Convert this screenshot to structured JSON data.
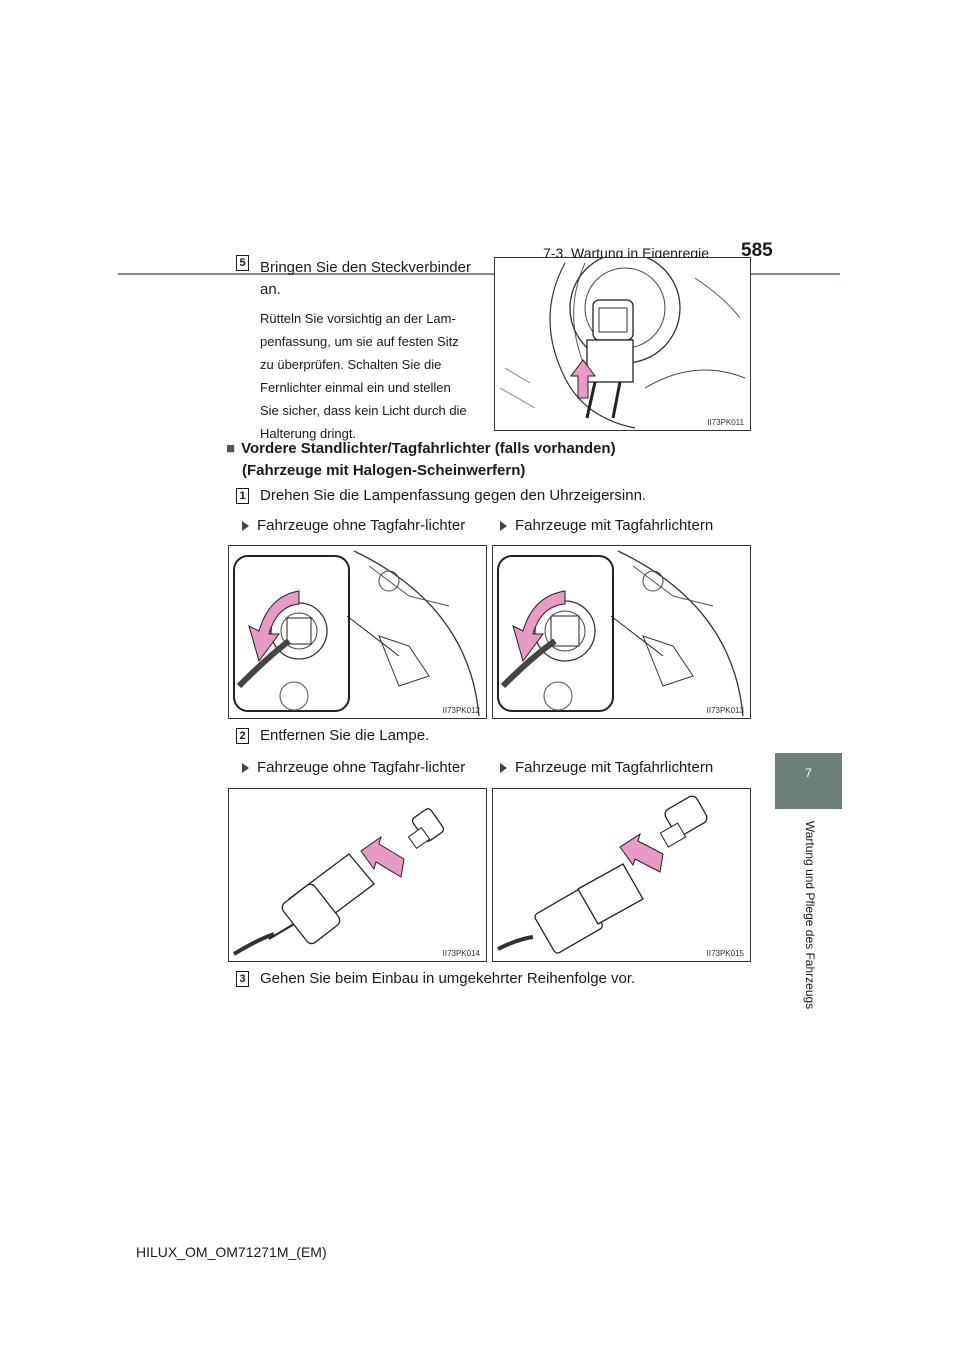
{
  "header": {
    "section": "7-3. Wartung in Eigenregie",
    "page_number": "585"
  },
  "side_tab": {
    "chapter_number": "7",
    "chapter_title": "Wartung und Pflege des Fahrzeugs"
  },
  "step5": {
    "number": "5",
    "title_line1": "Bringen Sie den Steckverbinder",
    "title_line2": "an.",
    "body_lines": [
      "Rütteln Sie vorsichtig an der Lam-",
      "penfassung, um sie auf festen Sitz",
      "zu überprüfen. Schalten Sie die",
      "Fernlichter einmal ein und stellen",
      "Sie sicher, dass kein Licht durch die",
      "Halterung dringt."
    ],
    "figure_code": "II73PK011"
  },
  "section": {
    "marker": "■",
    "title_line1": "Vordere Standlichter/Tagfahrlichter (falls vorhanden)",
    "title_line2": "(Fahrzeuge mit Halogen-Scheinwerfern)"
  },
  "step1": {
    "number": "1",
    "text": "Drehen Sie die Lampenfassung gegen den Uhrzeigersinn.",
    "left_label": "Fahrzeuge ohne Tagfahr-lichter",
    "right_label": "Fahrzeuge mit Tagfahrlichtern",
    "left_code": "II73PK012",
    "right_code": "II73PK013"
  },
  "step2": {
    "number": "2",
    "text": "Entfernen Sie die Lampe.",
    "left_label": "Fahrzeuge ohne Tagfahr-lichter",
    "right_label": "Fahrzeuge mit Tagfahrlichtern",
    "left_code": "II73PK014",
    "right_code": "II73PK015"
  },
  "step3": {
    "number": "3",
    "text": "Gehen Sie beim Einbau in umgekehrter Reihenfolge vor."
  },
  "footer": {
    "doc_id": "HILUX_OM_OM71271M_(EM)"
  },
  "colors": {
    "arrow_pink": "#e79ac6",
    "tab_gray": "#6e7f7a",
    "rule": "#7d8f85"
  }
}
